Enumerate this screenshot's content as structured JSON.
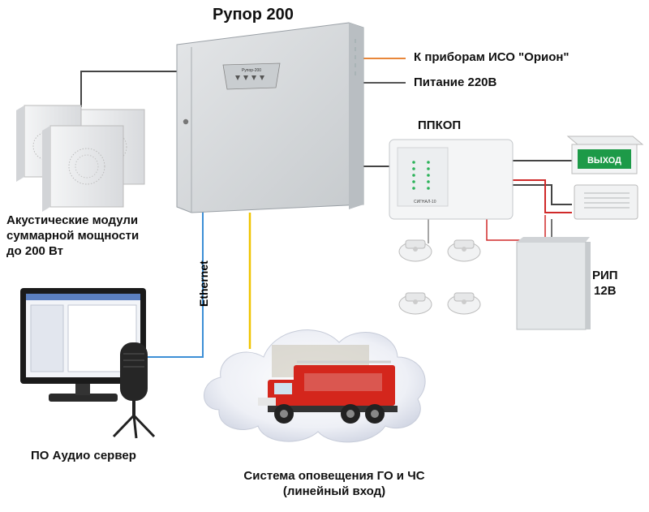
{
  "labels": {
    "title": "Рупор 200",
    "iso": "К приборам ИСО \"Орион\"",
    "power": "Питание 220В",
    "ppkop": "ППКОП",
    "acoustic_1": "Акустические модули",
    "acoustic_2": "суммарной мощности",
    "acoustic_3": "до 200 Вт",
    "ethernet": "Ethernet",
    "rip_1": "РИП",
    "rip_2": "12В",
    "audio_server": "ПО Аудио сервер",
    "system_1": "Система оповещения ГО и ЧС",
    "system_2": "(линейный вход)"
  },
  "device_text": {
    "panel_name": "Рупор-200",
    "ppkop_model": "СИГНАЛ-10",
    "exit_sign": "ВЫХОД"
  },
  "colors": {
    "line_black": "#444444",
    "line_orange": "#e8873a",
    "line_blue": "#3d8fd6",
    "line_yellow": "#f0c400",
    "line_red": "#d02a2a",
    "exit_green": "#1d9a48",
    "truck_red": "#d4261c",
    "cabinet_gray": "#d6d9dc"
  },
  "icons": [
    "speaker-icon",
    "smoke-detector-icon",
    "monitor-icon",
    "microphone-icon",
    "fire-truck-icon",
    "exit-sign-icon",
    "siren-icon",
    "power-supply-icon"
  ]
}
